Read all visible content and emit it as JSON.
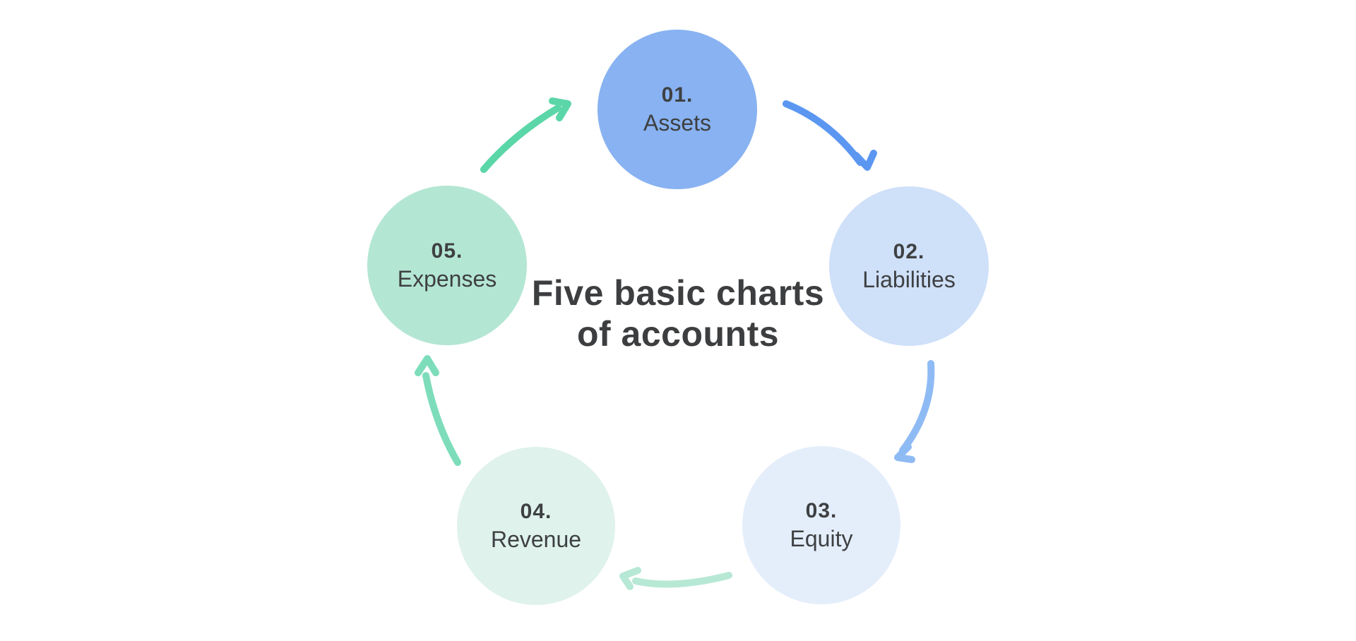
{
  "page": {
    "background_color": "#ffffff"
  },
  "title": {
    "line1": "Five basic charts",
    "line2": "of accounts",
    "text_color": "#3d3e40"
  },
  "cycle": {
    "text_color": "#3e4042",
    "steps": [
      {
        "number": "01.",
        "label": "Assets",
        "circle_color": "#88b2f1"
      },
      {
        "number": "02.",
        "label": "Liabilities",
        "circle_color": "#cfe0f9"
      },
      {
        "number": "03.",
        "label": "Equity",
        "circle_color": "#e4eefb"
      },
      {
        "number": "04.",
        "label": "Revenue",
        "circle_color": "#dff2ec"
      },
      {
        "number": "05.",
        "label": "Expenses",
        "circle_color": "#b4e6d4"
      }
    ]
  },
  "arrows": [
    {
      "name": "expenses-to-assets",
      "color": "#5bd6a8"
    },
    {
      "name": "assets-to-liabilities",
      "color": "#5b97f1"
    },
    {
      "name": "liabilities-to-equity",
      "color": "#8fbbf5"
    },
    {
      "name": "equity-to-revenue",
      "color": "#b7e8d5"
    },
    {
      "name": "revenue-to-expenses",
      "color": "#7dddbb"
    }
  ]
}
